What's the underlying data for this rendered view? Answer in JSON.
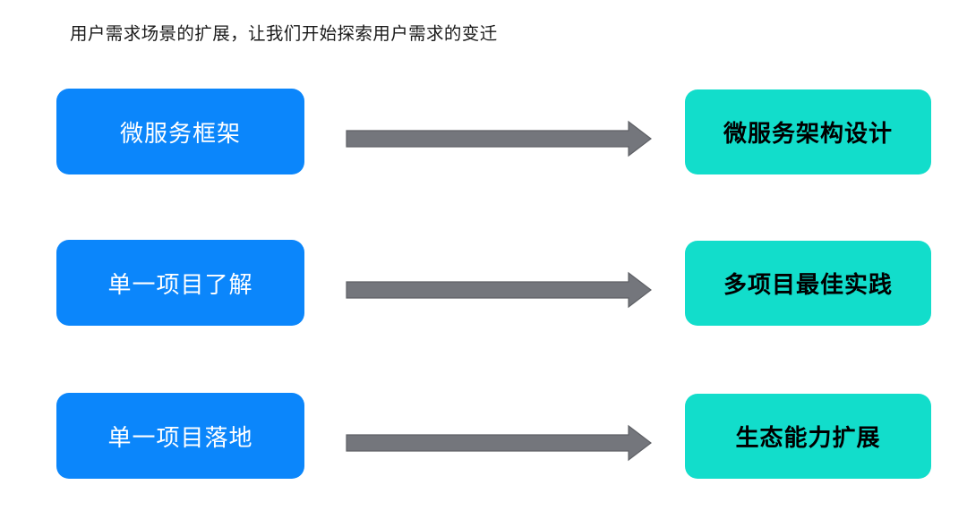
{
  "slide": {
    "background_color": "#ffffff",
    "headline": "用户需求场景的扩展，让我们开始探索用户需求的变迁"
  },
  "theme": {
    "source_box_color": "#0b86fb",
    "source_text_color": "#ffffff",
    "target_box_color": "#12ddcb",
    "target_text_color": "#000000",
    "arrow_color": "#74767c",
    "arrow_outline_color": "#5f6166",
    "headline_color": "#1a1a1a"
  },
  "rows": [
    {
      "from_label": "微服务框架",
      "arrow_icon": "arrow-right-icon",
      "to_label": "微服务架构设计"
    },
    {
      "from_label": "单一项目了解",
      "arrow_icon": "arrow-right-icon",
      "to_label": "多项目最佳实践"
    },
    {
      "from_label": "单一项目落地",
      "arrow_icon": "arrow-right-icon",
      "to_label": "生态能力扩展"
    }
  ]
}
